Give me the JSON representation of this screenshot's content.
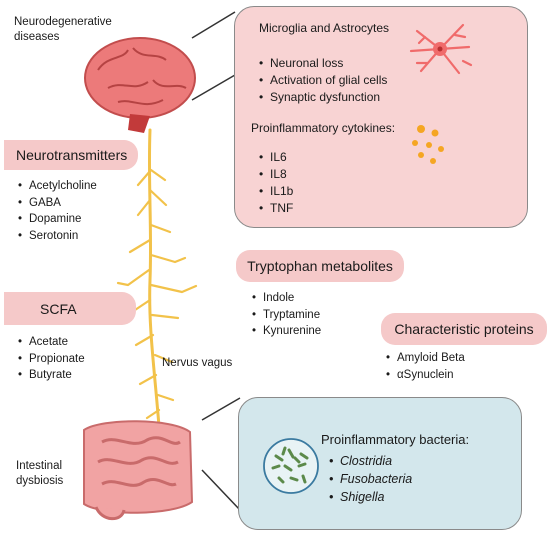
{
  "labels": {
    "brain": [
      "Neurodegenerative",
      "diseases"
    ],
    "gut": [
      "Intestinal",
      "dysbiosis"
    ],
    "vagus": "Nervus vagus"
  },
  "neurotransmitters": {
    "title": "Neurotransmitters",
    "items": [
      "Acetylcholine",
      "GABA",
      "Dopamine",
      "Serotonin"
    ]
  },
  "scfa": {
    "title": "SCFA",
    "items": [
      "Acetate",
      "Propionate",
      "Butyrate"
    ]
  },
  "tryptophan": {
    "title": "Tryptophan metabolites",
    "items": [
      "Indole",
      "Tryptamine",
      "Kynurenine"
    ]
  },
  "proteins": {
    "title": "Characteristic proteins",
    "items": [
      "Amyloid Beta",
      "αSynuclein"
    ]
  },
  "brain_panel": {
    "title": "Microglia and Astrocytes",
    "effects": [
      "Neuronal loss",
      "Activation of glial cells",
      "Synaptic dysfunction"
    ],
    "cytokines_title": "Proinflammatory cytokines:",
    "cytokines": [
      "IL6",
      "IL8",
      "IL1b",
      "TNF"
    ]
  },
  "gut_panel": {
    "title": "Proinflammatory bacteria:",
    "bacteria": [
      "Clostridia",
      "Fusobacteria",
      "Shigella"
    ]
  },
  "colors": {
    "pink_panel": "#f8d3d3",
    "blue_panel": "#d3e7ec",
    "nerve": "#f2c24a",
    "brain": "#ec7a7a",
    "gut": "#f1a3a3"
  }
}
